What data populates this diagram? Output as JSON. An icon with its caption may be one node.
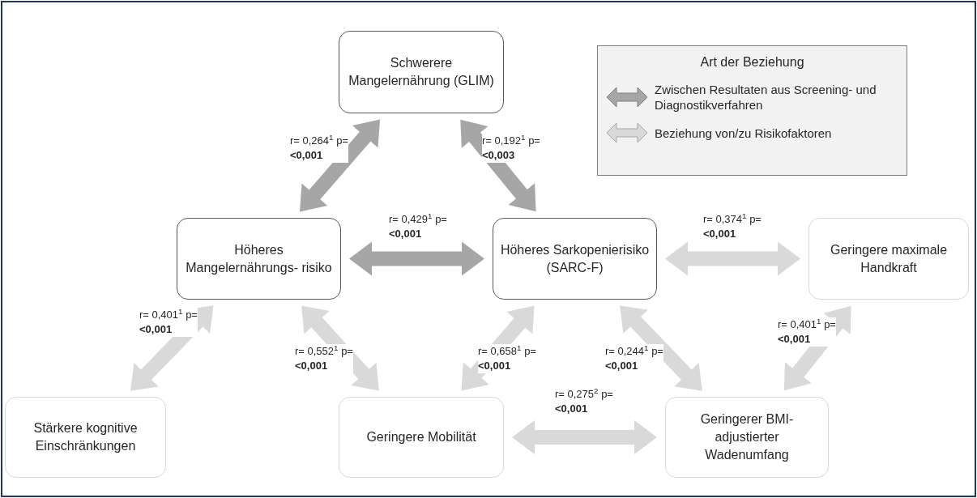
{
  "diagram": {
    "nodes": [
      {
        "text": [
          "Schwerere Mangelernährung (GLIM)"
        ]
      },
      {
        "text": [
          "Höheres Mangelernährungs- risiko"
        ]
      },
      {
        "text": [
          "Höheres Sarkopenierisiko (SARC-F)"
        ]
      },
      {
        "text": [
          "Geringere maximale Handkraft"
        ]
      },
      {
        "text": [
          "Stärkere kognitive Einschränkungen"
        ]
      },
      {
        "text": [
          "Geringere Mobilität"
        ]
      },
      {
        "text": [
          "Geringerer BMI- adjustierter Wadenumfang"
        ]
      }
    ],
    "edges": [
      {
        "from": 0,
        "to": 1,
        "arrow": "both",
        "label": "r= 0,264$^{1}$ p= **<0,001**",
        "color": "#a6a6a6"
      },
      {
        "from": 0,
        "to": 2,
        "arrow": "both",
        "label": "r= 0,192$^{1}$ p= **<0,003**",
        "color": "#a6a6a6"
      },
      {
        "from": 1,
        "to": 2,
        "arrow": "both",
        "label": "r= 0,429$^{1}$ p= **<0,001**",
        "color": "#a6a6a6"
      },
      {
        "from": 2,
        "to": 3,
        "arrow": "both",
        "label": "r= 0,374$^{1}$ p= **<0,001**"
      },
      {
        "from": 1,
        "to": 4,
        "arrow": "both",
        "label": "r= 0,401$^{1}$ p= **<0,001**"
      },
      {
        "from": 1,
        "to": 5,
        "arrow": "both",
        "label": "r= 0,552$^{1}$ p= **<0,001**"
      },
      {
        "from": 2,
        "to": 5,
        "arrow": "both",
        "label": "r= 0,658$^{1}$ p= **<0,001**"
      },
      {
        "from": 2,
        "to": 6,
        "arrow": "both",
        "label": "r= 0,244$^{1}$ p= **<0,001**"
      },
      {
        "from": 3,
        "to": 6,
        "arrow": "both",
        "label": "r= 0,401$^{1}$ p= **<0,001**"
      },
      {
        "from": 5,
        "to": 6,
        "arrow": "both",
        "label": "r= 0,275$^{2}$ p= **<0,001**"
      }
    ],
    "labels": [
      "Art der Beziehung"
    ],
    "legend": [
      {
        "text": "Zwischen Resultaten aus Screening- und Diagnostikverfahren"
      },
      {
        "text": "Beziehung von/zu Risikofaktoren"
      }
    ]
  }
}
